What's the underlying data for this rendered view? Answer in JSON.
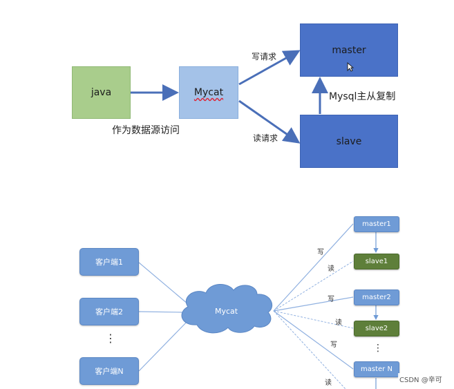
{
  "top": {
    "java_label": "java",
    "mycat_label": "Mycat",
    "master_label": "master",
    "slave_label": "slave",
    "write_label": "写请求",
    "read_label": "读请求",
    "replication_label": "Mysql主从复制",
    "access_caption": "作为数据源访问"
  },
  "bottom": {
    "clients": [
      "客户端1",
      "客户端2",
      "客户端N"
    ],
    "client_ellipsis": "⋮",
    "cloud_label": "Mycat",
    "nodes": [
      "master1",
      "slave1",
      "master2",
      "slave2",
      "master N"
    ],
    "node_ellipsis": "⋮",
    "edge_labels": [
      "写",
      "读",
      "写",
      "读",
      "写",
      "读"
    ]
  },
  "watermark": "CSDN @辛可",
  "colors": {
    "java_box": "#a9cd8c",
    "mycat_box": "#a4c2e8",
    "db_box": "#4a72c8",
    "arrow": "#4a6fb8"
  }
}
